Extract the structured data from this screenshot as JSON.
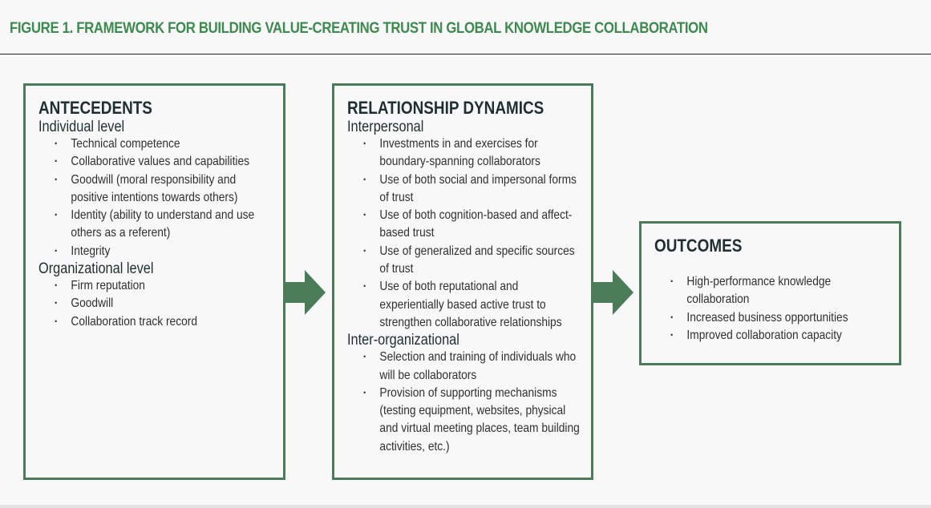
{
  "figure": {
    "title": "FIGURE 1. FRAMEWORK FOR BUILDING VALUE-CREATING TRUST IN GLOBAL KNOWLEDGE COLLABORATION"
  },
  "antecedents": {
    "heading": "ANTECEDENTS",
    "individual": {
      "heading": "Individual level",
      "items": [
        "Technical competence",
        "Collaborative values and capabilities",
        "Goodwill (moral responsibility and positive intentions towards others)",
        "Identity (ability to understand and use others as a referent)",
        "Integrity"
      ]
    },
    "organizational": {
      "heading": "Organizational level",
      "items": [
        "Firm reputation",
        "Goodwill",
        "Collaboration track record"
      ]
    }
  },
  "relationship": {
    "heading": "RELATIONSHIP DYNAMICS",
    "interpersonal": {
      "heading": "Interpersonal",
      "items": [
        "Investments in and exercises for boundary-spanning collaborators",
        "Use of both social and impersonal forms of trust",
        "Use of both cognition-based and affect-based trust",
        "Use of generalized and specific sources of trust",
        "Use of both reputational and experientially based active trust to strengthen collaborative relationships"
      ]
    },
    "inter_organizational": {
      "heading": "Inter-organizational",
      "items": [
        "Selection and training of individuals who will be collaborators",
        "Provision of supporting mechanisms (testing equipment, websites, physical and virtual meeting places, team building activities, etc.)"
      ]
    }
  },
  "outcomes": {
    "heading": "OUTCOMES",
    "items": [
      "High-performance knowledge collaboration",
      "Increased business opportunities",
      "Improved collaboration capacity"
    ]
  },
  "colors": {
    "title_green": "#3c8a4e",
    "box_border": "#4a7d57",
    "arrow_green": "#4a7d57",
    "heading_text": "#1f2f2d",
    "body_text": "#2f2f2f"
  },
  "icons": {
    "flow_arrow": "right-arrow-icon"
  }
}
